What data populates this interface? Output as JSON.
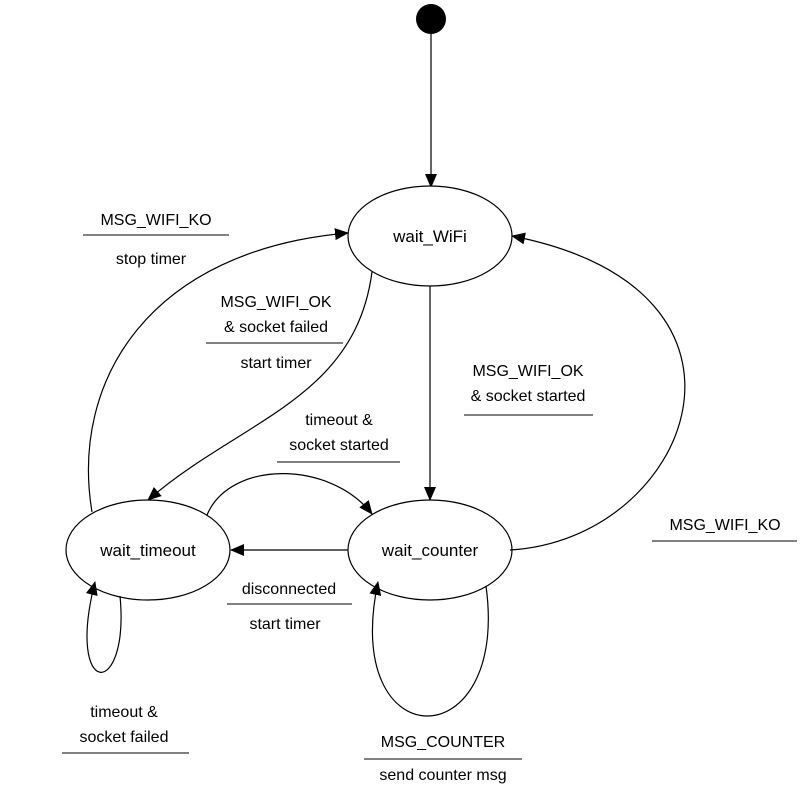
{
  "diagram": {
    "states": {
      "wait_wifi": "wait_WiFi",
      "wait_timeout": "wait_timeout",
      "wait_counter": "wait_counter"
    },
    "transitions": {
      "wifi_ko_top": {
        "line1": "MSG_WIFI_KO",
        "action": "stop timer"
      },
      "wifi_ok_failed": {
        "line1": "MSG_WIFI_OK",
        "line2": "& socket failed",
        "action": "start timer"
      },
      "wifi_ok_started": {
        "line1": "MSG_WIFI_OK",
        "line2": "& socket started"
      },
      "timeout_started": {
        "line1": "timeout &",
        "line2": "socket started"
      },
      "disconnected": {
        "line1": "disconnected",
        "action": "start timer"
      },
      "wifi_ko_right": {
        "line1": "MSG_WIFI_KO"
      },
      "timeout_failed": {
        "line1": "timeout &",
        "line2": "socket failed"
      },
      "counter": {
        "line1": "MSG_COUNTER",
        "action": "send counter msg"
      }
    }
  }
}
